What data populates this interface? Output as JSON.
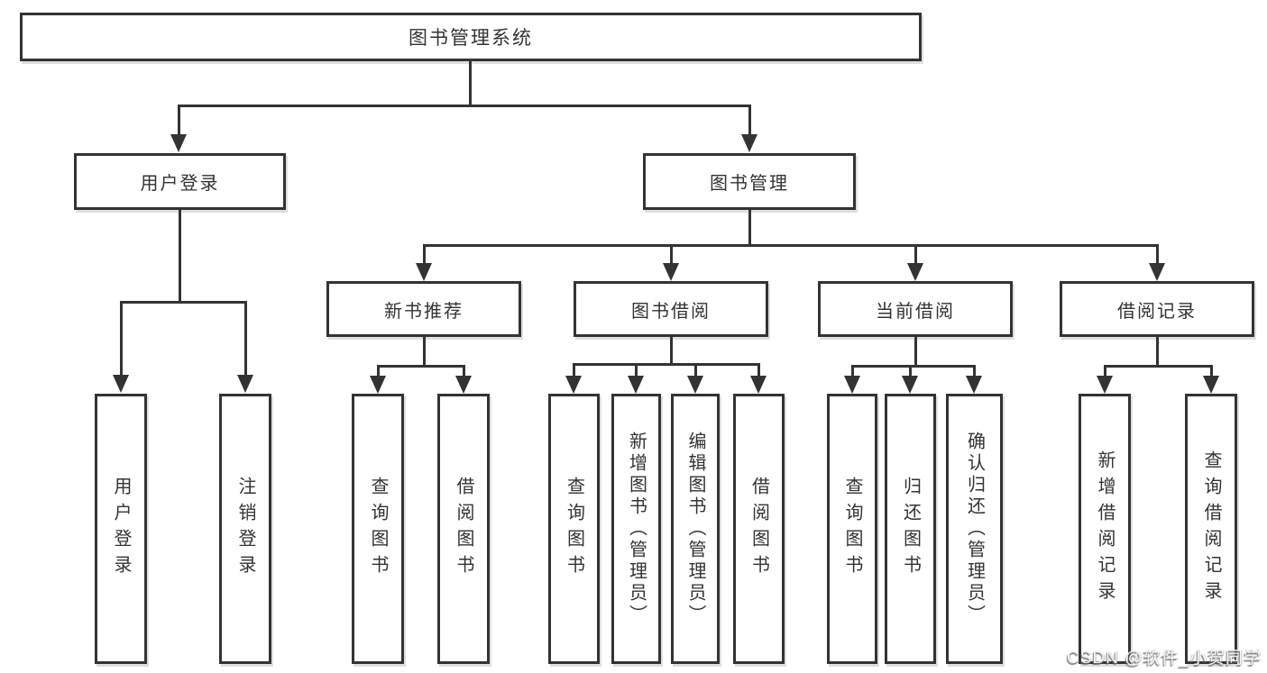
{
  "diagram_title": "图书管理系统",
  "nodes": {
    "root": "图书管理系统",
    "level2": [
      "用户登录",
      "图书管理"
    ],
    "level3": [
      "新书推荐",
      "图书借阅",
      "当前借阅",
      "借阅记录"
    ],
    "leaves_user_login": [
      "用户登录",
      "注销登录"
    ],
    "leaves_new_books": [
      "查询图书",
      "借阅图书"
    ],
    "leaves_book_borrow": [
      "查询图书",
      "新增图书（管理员）",
      "编辑图书（管理员）",
      "借阅图书"
    ],
    "leaves_current_borrow": [
      "查询图书",
      "归还图书",
      "确认归还（管理员）"
    ],
    "leaves_borrow_records": [
      "新增借阅记录",
      "查询借阅记录"
    ]
  },
  "watermark": {
    "text": "CSDN @软件_小贺同学"
  },
  "colors": {
    "line": "#333333",
    "text": "#333333",
    "background": "#ffffff"
  }
}
